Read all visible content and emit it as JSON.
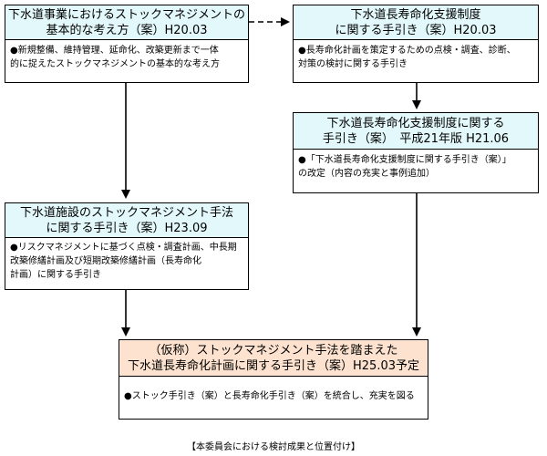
{
  "boxes": {
    "basic_concept": {
      "title": [
        "下水道事業におけるストックマネジメントの",
        "基本的な考え方（案）H20.03"
      ],
      "body": [
        "●新規整備、維持管理、延命化、改築更新まで一体",
        "的に捉えたストックマネジメントの基本的な考え方"
      ]
    },
    "longevity_guide_h20": {
      "title": [
        "下水道長寿命化支援制度",
        "に関する手引き（案）H20.03"
      ],
      "body": [
        "●長寿命化計画を策定するための点検・調査、診断、",
        "対策の検討に関する手引き"
      ]
    },
    "longevity_guide_h21": {
      "title": [
        "下水道長寿命化支援制度に関する",
        "手引き（案）　平成21年版 H21.06"
      ],
      "body": [
        "●「下水道長寿命化支援制度に関する手引き（案）」",
        "の改定（内容の充実と事例追加）"
      ]
    },
    "stock_method_guide": {
      "title": [
        "下水道施設のストックマネジメント手法",
        "に関する手引き（案）H23.09"
      ],
      "body": [
        "●リスクマネジメントに基づく点検・調査計画、中長期",
        "改築修繕計画及び短期改築修繕計画（長寿命化",
        "計画）に関する手引き"
      ]
    },
    "integrated_guide": {
      "title": [
        "（仮称）ストックマネジメント手法を踏まえた",
        "下水道長寿命化計画に関する手引き（案）H25.03予定"
      ],
      "body": [
        "●ストック手引き（案）と長寿命化手引き（案）を統合し、充実を図る"
      ]
    }
  },
  "caption": "【本委員会における検討成果と位置付け】",
  "colors": {
    "header_cyan": "#e3f8fb",
    "header_peach": "#fde3cf",
    "stroke": "#000000"
  }
}
